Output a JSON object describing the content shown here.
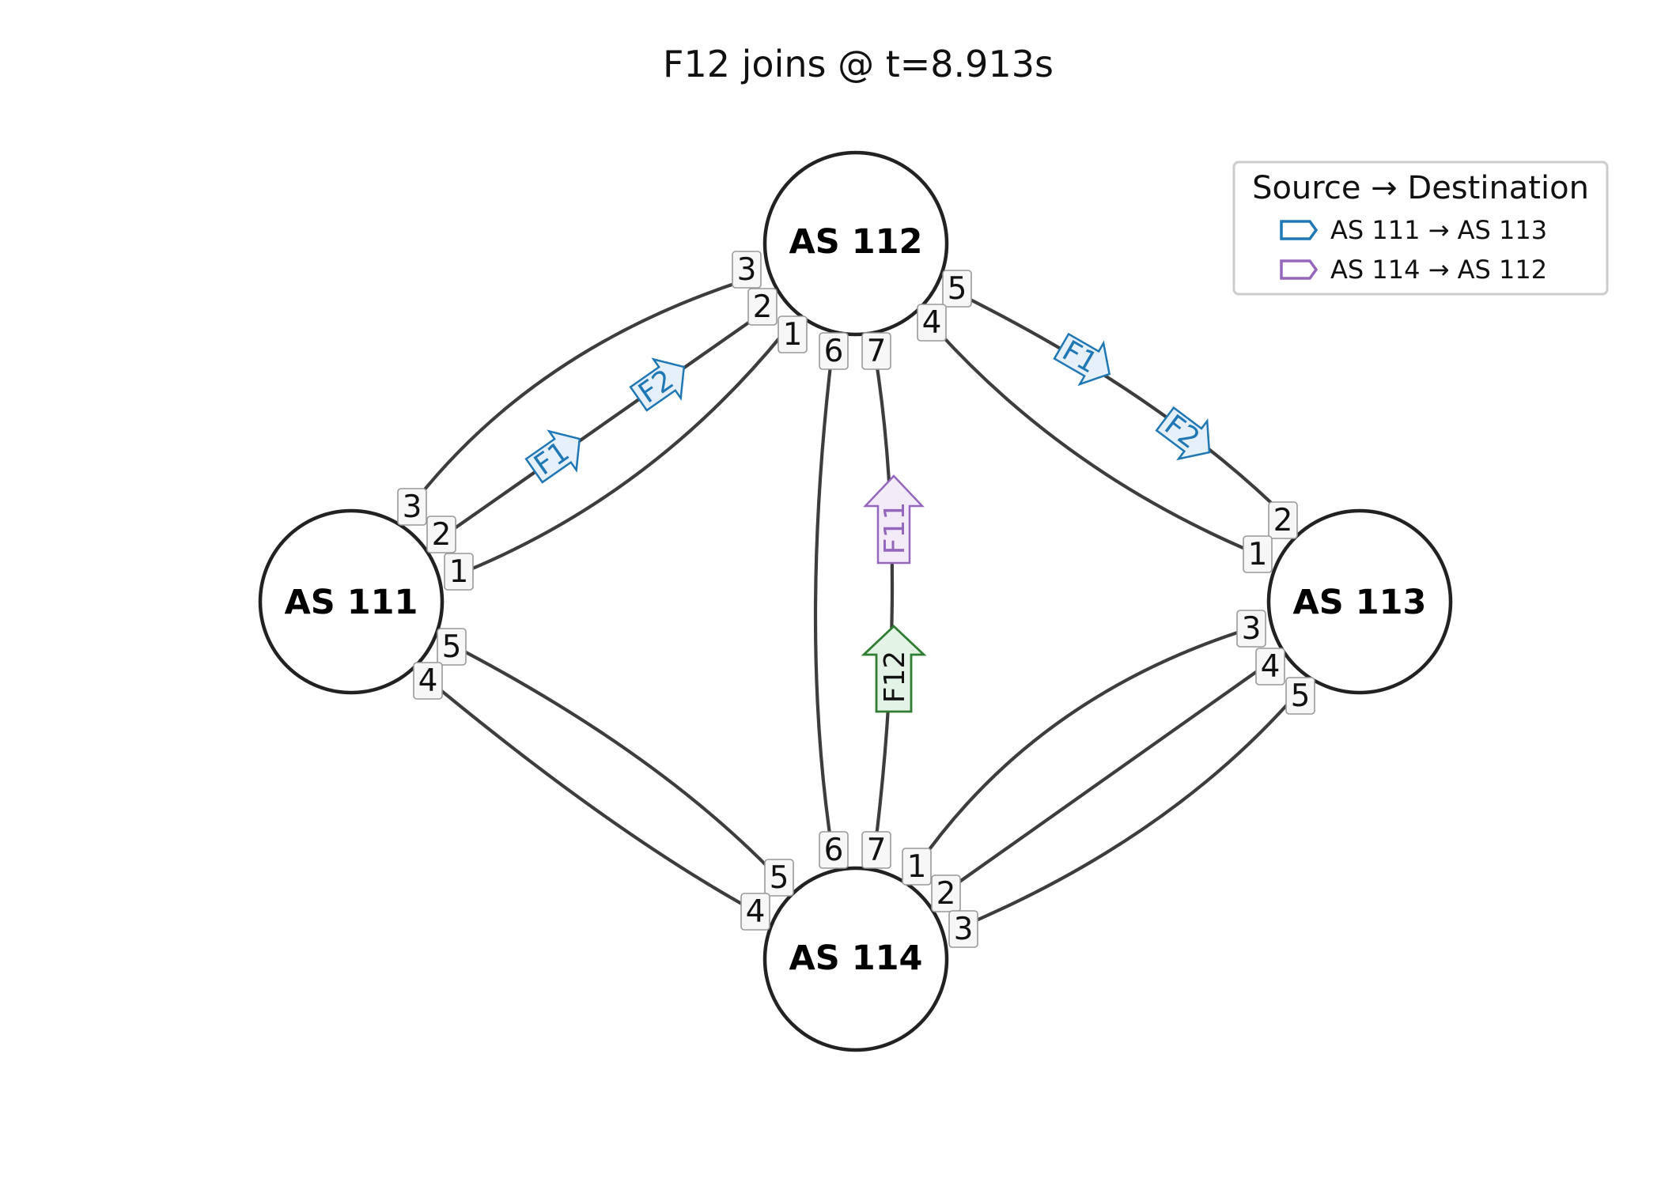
{
  "title": "F12 joins @ t=8.913s",
  "nodes": [
    {
      "id": "n111",
      "label": "AS 111"
    },
    {
      "id": "n112",
      "label": "AS 112"
    },
    {
      "id": "n113",
      "label": "AS 113"
    },
    {
      "id": "n114",
      "label": "AS 114"
    }
  ],
  "links": [
    {
      "from": "n111",
      "from_port": "3",
      "to": "n112",
      "to_port": "3"
    },
    {
      "from": "n111",
      "from_port": "2",
      "to": "n112",
      "to_port": "2"
    },
    {
      "from": "n111",
      "from_port": "1",
      "to": "n112",
      "to_port": "1"
    },
    {
      "from": "n112",
      "from_port": "5",
      "to": "n113",
      "to_port": "2"
    },
    {
      "from": "n112",
      "from_port": "4",
      "to": "n113",
      "to_port": "1"
    },
    {
      "from": "n112",
      "from_port": "6",
      "to": "n114",
      "to_port": "6"
    },
    {
      "from": "n112",
      "from_port": "7",
      "to": "n114",
      "to_port": "7"
    },
    {
      "from": "n111",
      "from_port": "5",
      "to": "n114",
      "to_port": "5"
    },
    {
      "from": "n111",
      "from_port": "4",
      "to": "n114",
      "to_port": "4"
    },
    {
      "from": "n114",
      "from_port": "1",
      "to": "n113",
      "to_port": "3"
    },
    {
      "from": "n114",
      "from_port": "2",
      "to": "n113",
      "to_port": "4"
    },
    {
      "from": "n114",
      "from_port": "3",
      "to": "n113",
      "to_port": "5"
    }
  ],
  "flows": [
    {
      "label": "F1",
      "link": "n111-n112 port 2",
      "color": "#1f77b4"
    },
    {
      "label": "F2",
      "link": "n111-n112 port 2",
      "color": "#1f77b4"
    },
    {
      "label": "F1",
      "link": "n112-n113 port 5",
      "color": "#1f77b4"
    },
    {
      "label": "F2",
      "link": "n112-n113 port 5",
      "color": "#1f77b4"
    },
    {
      "label": "F11",
      "link": "n114-n112 port 7",
      "color": "#9467bd"
    },
    {
      "label": "F12",
      "link": "n114-n112 port 7",
      "color": "#2e7d32"
    }
  ],
  "legend": {
    "title": "Source → Destination",
    "entries": [
      {
        "label": "AS 111 → AS 113",
        "color": "#1f77b4"
      },
      {
        "label": "AS 114 → AS 112",
        "color": "#9467bd"
      }
    ]
  }
}
